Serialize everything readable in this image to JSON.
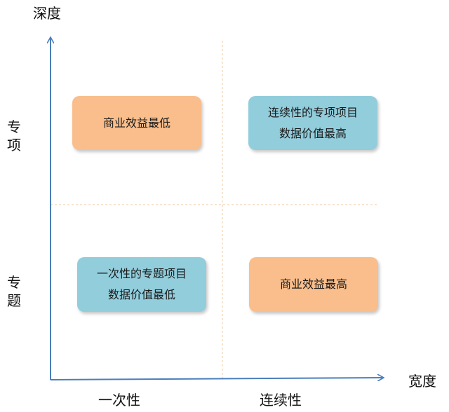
{
  "axes": {
    "y_title": "深度",
    "x_title": "宽度",
    "y_top": [
      "专",
      "项"
    ],
    "y_bottom": [
      "专",
      "题"
    ],
    "x_left": "一次性",
    "x_right": "连续性"
  },
  "quadrants": {
    "top_left": {
      "lines": [
        "商业效益最低"
      ]
    },
    "top_right": {
      "lines": [
        "连续性的专项项目",
        "数据价值最高"
      ]
    },
    "bottom_left": {
      "lines": [
        "一次性的专题项目",
        "数据价值最低"
      ]
    },
    "bottom_right": {
      "lines": [
        "商业效益最高"
      ]
    }
  },
  "colors": {
    "axis": "#4a7ebb",
    "divider": "#f0c8a0",
    "orange_box": "#f9be8c",
    "blue_box": "#92cddc"
  }
}
